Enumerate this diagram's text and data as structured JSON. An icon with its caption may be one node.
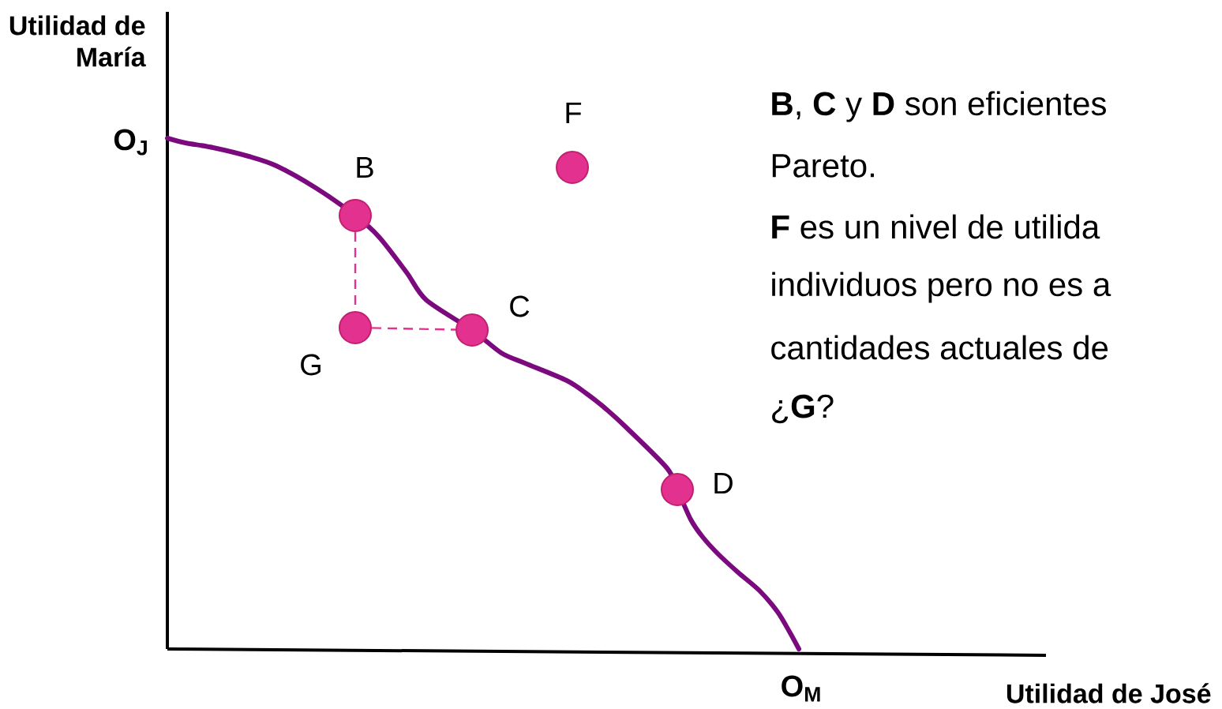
{
  "diagram": {
    "nodes": [
      {
        "text": [],
        "shape": "circle",
        "beside": [
          "F"
        ]
      },
      {
        "text": [],
        "shape": "circle",
        "beside": [
          "B"
        ]
      },
      {
        "text": [],
        "shape": "circle",
        "beside": [
          "C"
        ]
      },
      {
        "text": [],
        "shape": "circle",
        "beside": [
          "G"
        ]
      },
      {
        "text": [],
        "shape": "circle",
        "beside": [
          "D"
        ]
      }
    ],
    "edges": [
      {
        "from": 1,
        "to": 3,
        "arrow": "none",
        "style": "dashed"
      },
      {
        "from": 3,
        "to": 2,
        "arrow": "none",
        "style": "dashed"
      }
    ],
    "labels": [
      "Utilidad de María",
      "O$_{J}$",
      "**B**, **C** y **D** son eficientes",
      "Pareto.",
      "**F** es un nivel de utilida",
      "individuos pero no es a",
      "cantidades actuales de",
      "¿**G**?",
      "O$_{M}$",
      "Utilidad de José"
    ]
  }
}
